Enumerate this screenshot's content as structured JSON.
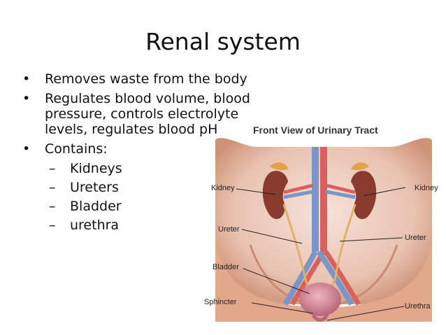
{
  "slide": {
    "title": "Renal system",
    "bullets": [
      {
        "text": "Removes waste from the body"
      },
      {
        "text": "Regulates blood volume, blood pressure, controls electrolyte levels, regulates blood pH"
      },
      {
        "text": "Contains:"
      }
    ],
    "sub_items": [
      "Kidneys",
      "Ureters",
      "Bladder",
      "urethra"
    ]
  },
  "figure": {
    "title": "Front View of Urinary Tract",
    "labels": {
      "kidney_left": "Kidney",
      "kidney_right": "Kidney",
      "ureter_left": "Ureter",
      "ureter_right": "Ureter",
      "bladder": "Bladder",
      "sphincter": "Sphincter",
      "urethra": "Urethra"
    }
  },
  "colors": {
    "skin": "#e8b49a",
    "kidney": "#8a3b2f",
    "artery": "#d85a57",
    "vein": "#6f8fc4",
    "bladder": "#d7899a"
  }
}
